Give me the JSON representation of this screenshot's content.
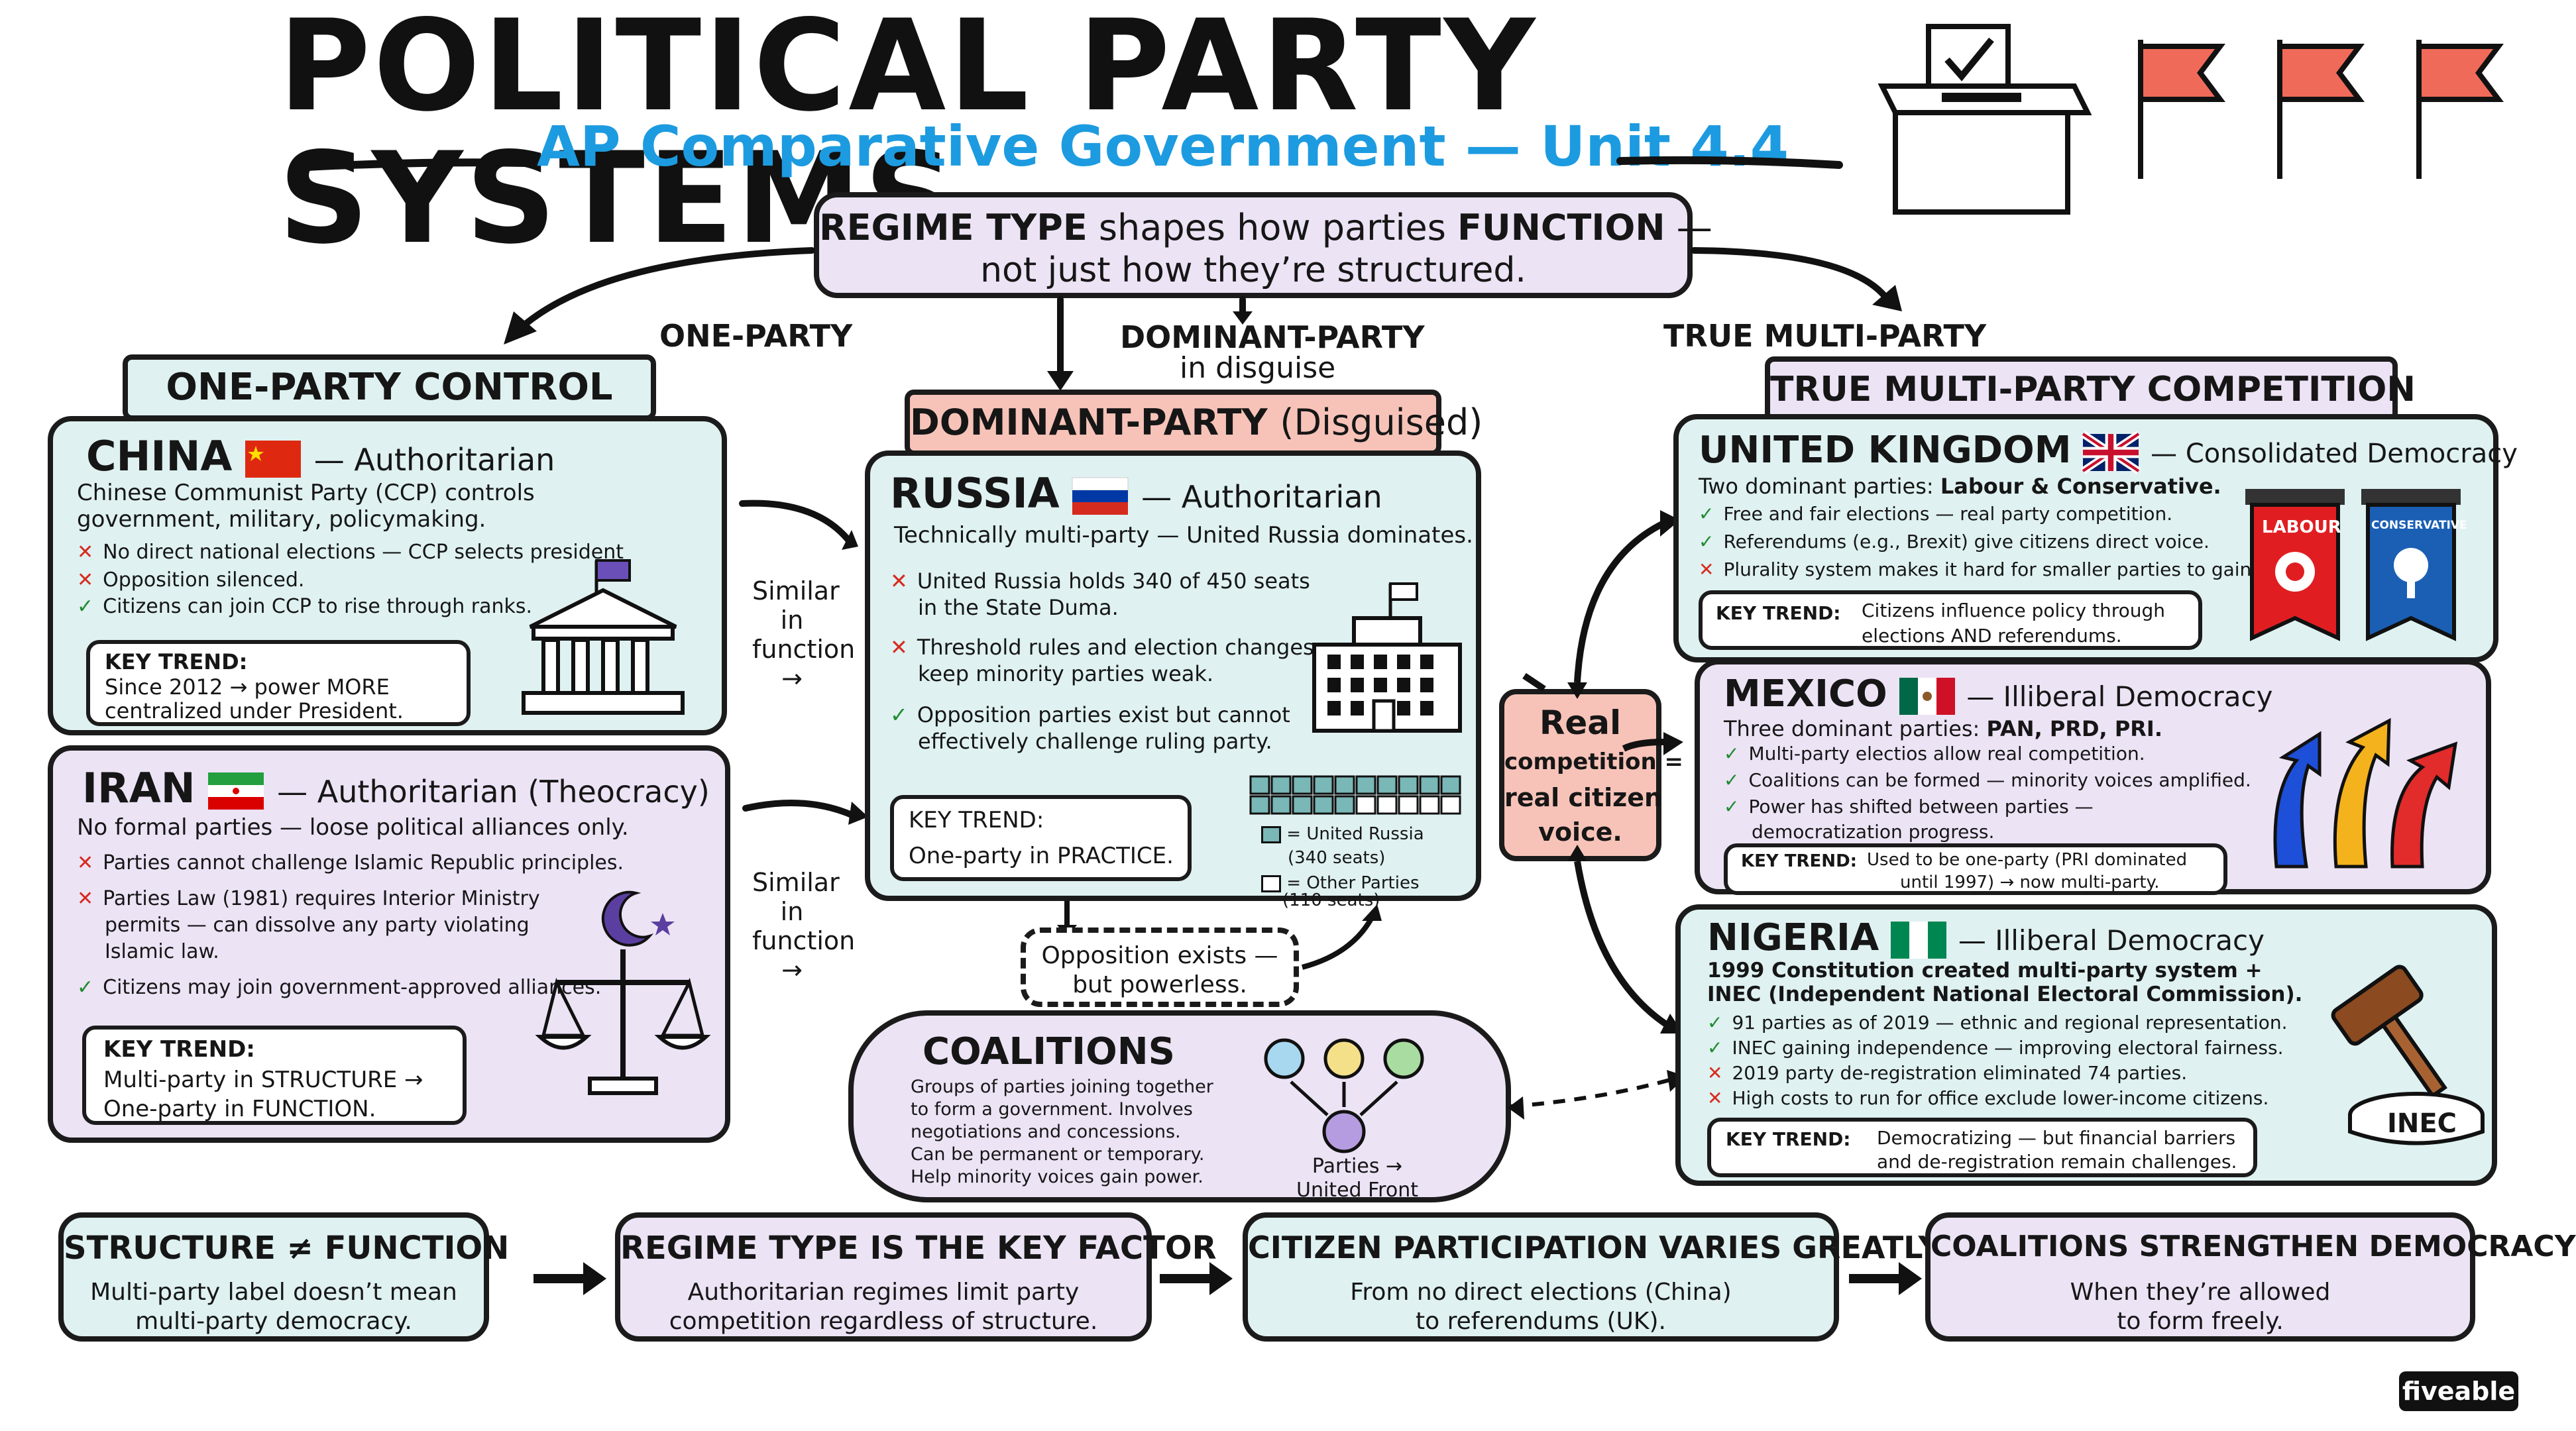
{
  "title": "POLITICAL PARTY SYSTEMS",
  "subtitle": "AP Comparative Government — Unit 4.4",
  "regime_box": {
    "line1_a": "REGIME TYPE",
    "line1_b": " shapes how parties ",
    "line1_c": "FUNCTION",
    "line1_d": " —",
    "line2": "not just how they’re structured."
  },
  "categories": {
    "one_party": "ONE-PARTY",
    "dominant_party": "DOMINANT-PARTY",
    "dominant_party_sub": "in disguise",
    "multi_party": "TRUE MULTI-PARTY"
  },
  "sections": {
    "one_party": "ONE-PARTY CONTROL",
    "dominant": "DOMINANT-PARTY",
    "dominant_sub": "(Disguised)",
    "multi": "TRUE MULTI-PARTY COMPETITION"
  },
  "china": {
    "name": "CHINA",
    "type": "— Authoritarian",
    "desc1": "Chinese Communist Party (CCP) controls",
    "desc2": "government, military, policymaking.",
    "items": [
      {
        "mark": "✕",
        "text": "No direct national elections — CCP selects president"
      },
      {
        "mark": "✕",
        "text": "Opposition silenced."
      },
      {
        "mark": "✓",
        "text": "Citizens can join CCP to rise through ranks."
      }
    ],
    "trend_label": "KEY TREND:",
    "trend1": "Since 2012 → power MORE",
    "trend2": "centralized under President."
  },
  "iran": {
    "name": "IRAN",
    "type": "— Authoritarian (Theocracy)",
    "desc1": "No formal parties — loose political alliances only.",
    "items": [
      {
        "mark": "✕",
        "text": "Parties cannot challenge Islamic Republic principles."
      },
      {
        "mark": "✕",
        "text": "Parties Law (1981) requires Interior Ministry"
      },
      {
        "mark": "",
        "text": "permits — can dissolve any party violating"
      },
      {
        "mark": "",
        "text": "Islamic law."
      },
      {
        "mark": "✓",
        "text": "Citizens may join government-approved alliances."
      }
    ],
    "trend_label": "KEY TREND:",
    "trend1": "Multi-party in STRUCTURE →",
    "trend2": "One-party in FUNCTION."
  },
  "similar": {
    "a": "Similar",
    "b": "in",
    "c": "function",
    "arrow": "→"
  },
  "russia": {
    "name": "RUSSIA",
    "type": "— Authoritarian",
    "desc1": "Technically multi-party — United Russia dominates.",
    "items": [
      {
        "mark": "✕",
        "text": "United Russia holds 340 of 450 seats",
        "text2": "in the State Duma."
      },
      {
        "mark": "✕",
        "text": "Threshold rules and election changes",
        "text2": "keep minority parties weak."
      },
      {
        "mark": "✓",
        "text": "Opposition parties exist but cannot",
        "text2": "effectively challenge ruling party."
      }
    ],
    "trend_label": "KEY TREND:",
    "trend1": "One-party in PRACTICE.",
    "seats": {
      "total": 450,
      "dominant": 340,
      "other": 110
    },
    "legend_ur": "= United Russia",
    "legend_ur2": "(340 seats)",
    "legend_other": "= Other Parties",
    "legend_other2": "(110 seats)"
  },
  "opposition": {
    "line1": "Opposition exists —",
    "line2": "but powerless."
  },
  "coalitions": {
    "title": "COALITIONS",
    "lines": [
      "Groups of parties joining together",
      "to form a government. Involves",
      "negotiations and concessions.",
      "Can be permanent or temporary.",
      "Help minority voices gain power."
    ],
    "diagram1": "Parties →",
    "diagram2": "United Front"
  },
  "real": {
    "l1": "Real",
    "l2": "competition =",
    "l3": "real citizen",
    "l4": "voice."
  },
  "uk": {
    "name": "UNITED KINGDOM",
    "type": "— Consolidated Democracy",
    "desc_a": "Two dominant parties: ",
    "desc_b": "Labour & Conservative.",
    "items": [
      {
        "mark": "✓",
        "text": "Free and fair elections — real party competition."
      },
      {
        "mark": "✓",
        "text": "Referendums (e.g., Brexit) give citizens direct voice."
      },
      {
        "mark": "✕",
        "text": "Plurality system makes it hard for smaller parties to gain power."
      }
    ],
    "trend_label": "KEY TREND:",
    "trend1": "Citizens influence policy through",
    "trend2": "elections AND referendums.",
    "banner_labour": "LABOUR",
    "banner_conservative": "CONSERVATIVE"
  },
  "mexico": {
    "name": "MEXICO",
    "type": "— Illiberal Democracy",
    "desc_a": "Three dominant parties: ",
    "desc_b": "PAN, PRD, PRI.",
    "items": [
      {
        "mark": "✓",
        "text": "Multi-party electios allow real competition."
      },
      {
        "mark": "✓",
        "text": "Coalitions can be formed — minority voices amplified."
      },
      {
        "mark": "✓",
        "text": "Power has shifted between parties —"
      },
      {
        "mark": "",
        "text": "democratization progress."
      }
    ],
    "trend_label": "KEY TREND:",
    "trend1": "Used to be one-party (PRI dominated",
    "trend2": "until 1997) → now multi-party."
  },
  "nigeria": {
    "name": "NIGERIA",
    "type": "— Illiberal Democracy",
    "desc1": "1999 Constitution created multi-party system +",
    "desc2": "INEC (Independent National Electoral Commission).",
    "items": [
      {
        "mark": "✓",
        "text": "91 parties as of 2019 — ethnic and regional representation."
      },
      {
        "mark": "✓",
        "text": "INEC gaining independence — improving electoral fairness."
      },
      {
        "mark": "✕",
        "text": "2019 party de-registration eliminated 74 parties."
      },
      {
        "mark": "✕",
        "text": "High costs to run for office exclude lower-income citizens."
      }
    ],
    "trend_label": "KEY TREND:",
    "trend1": "Democratizing — but financial barriers",
    "trend2": "and de-registration remain challenges.",
    "gavel_label": "INEC"
  },
  "bottom": [
    {
      "title": "STRUCTURE ≠ FUNCTION",
      "l1": "Multi-party label doesn’t mean",
      "l2": "multi-party democracy."
    },
    {
      "title": "REGIME TYPE IS THE KEY FACTOR",
      "l1": "Authoritarian regimes limit party",
      "l2": "competition regardless of structure."
    },
    {
      "title": "CITIZEN PARTICIPATION VARIES GREATLY",
      "l1": "From no direct elections (China)",
      "l2": "to referendums (UK)."
    },
    {
      "title": "COALITIONS STRENGTHEN DEMOCRACY",
      "l1": "When they’re allowed",
      "l2": "to form freely."
    }
  ],
  "brand": "fiveable",
  "colors": {
    "teal": "#dff1f1",
    "purple": "#ece3f5",
    "pink": "#f7c3b8",
    "accent_blue": "#1d9be0",
    "red": "#d62b1f",
    "green": "#1f8a2e"
  }
}
